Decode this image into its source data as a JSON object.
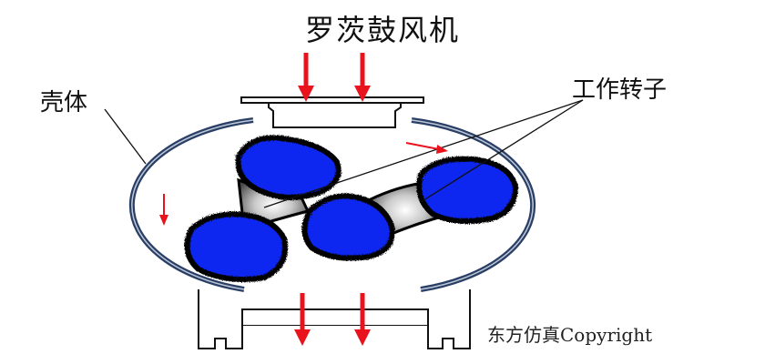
{
  "title": "罗茨鼓风机",
  "labels": {
    "housing": "壳体",
    "rotors": "工作转子"
  },
  "credit": "东方仿真Copyright",
  "colors": {
    "rotor_fill": "#0a28f0",
    "rotor_edge": "#000000",
    "housing_outer": "#2a3f66",
    "housing_inner": "#bfc8d8",
    "arrow": "#e8131d",
    "line": "#111111"
  }
}
